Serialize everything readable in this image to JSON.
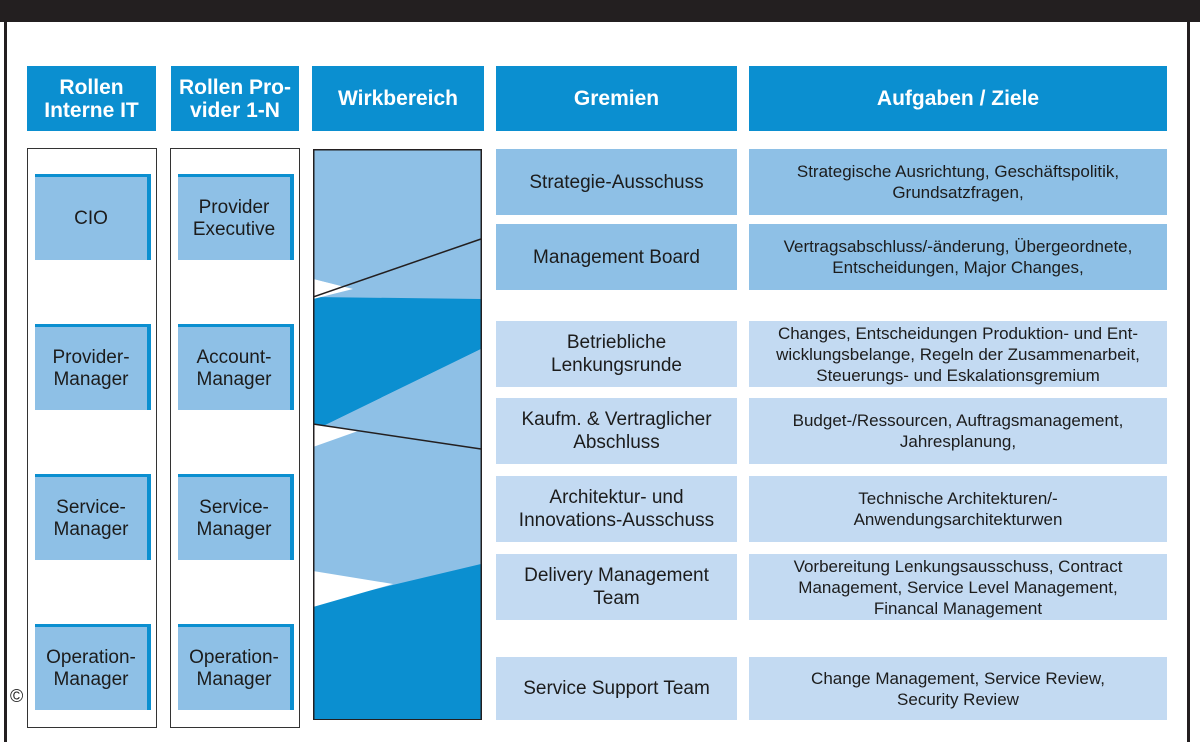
{
  "headers": {
    "rollen_intern": "Rollen\nInterne IT",
    "rollen_provider": "Rollen Pro-\nvider 1-N",
    "wirkbereich": "Wirkbereich",
    "gremien": "Gremien",
    "aufgaben": "Aufgaben / Ziele"
  },
  "roles_intern": [
    "CIO",
    "Provider-\nManager",
    "Service-\nManager",
    "Operation-\nManager"
  ],
  "roles_provider": [
    "Provider\nExecutive",
    "Account-\nManager",
    "Service-\nManager",
    "Operation-\nManager"
  ],
  "rows": [
    {
      "gremium": "Strategie-Ausschuss",
      "aufgaben": "Strategische Ausrichtung, Geschäftspolitik,\nGrundsatzfragen,",
      "shade": "dark"
    },
    {
      "gremium": "Management Board",
      "aufgaben": "Vertragsabschluss/-änderung, Übergeordnete,\nEntscheidungen, Major Changes,",
      "shade": "dark"
    },
    {
      "gremium": "Betriebliche\nLenkungsrunde",
      "aufgaben": "Changes, Entscheidungen Produktion- und Ent-\nwicklungsbelange, Regeln der Zusammenarbeit,\nSteuerungs- und Eskalationsgremium",
      "shade": "light"
    },
    {
      "gremium": "Kaufm. & Vertraglicher\nAbschluss",
      "aufgaben": "Budget-/Ressourcen, Auftragsmanagement,\nJahresplanung,",
      "shade": "light"
    },
    {
      "gremium": "Architektur- und\nInnovations-Ausschuss",
      "aufgaben": "Technische Architekturen/-\nAnwendungsarchitekturwen",
      "shade": "light"
    },
    {
      "gremium": "Delivery Management\nTeam",
      "aufgaben": "Vorbereitung Lenkungsausschuss, Contract\nManagement, Service Level Management,\nFinancal Management",
      "shade": "light"
    },
    {
      "gremium": "Service Support Team",
      "aufgaben": "Change Management, Service Review,\nSecurity Review",
      "shade": "light"
    }
  ],
  "copyright": "©",
  "colors": {
    "accent": "#0b8fd0",
    "mid": "#8ec0e6",
    "light": "#c3daf2",
    "dark": "#231f20"
  }
}
